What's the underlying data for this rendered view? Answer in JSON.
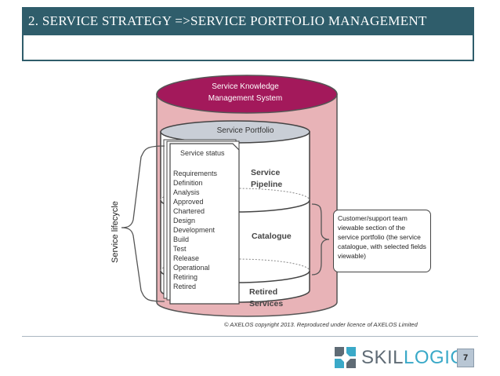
{
  "slide": {
    "title": "2. SERVICE STRATEGY =>SERVICE PORTFOLIO MANAGEMENT",
    "page_number": "7"
  },
  "diagram": {
    "skms_label": "Service Knowledge Management System",
    "portfolio_label": "Service Portfolio",
    "status_heading": "Service status",
    "status_items": [
      "Requirements",
      "Definition",
      "Analysis",
      "Approved",
      "Chartered",
      "Design",
      "Development",
      "Build",
      "Test",
      "Release",
      "Operational",
      "Retiring",
      "Retired"
    ],
    "pipeline_label": "Service Pipeline",
    "catalogue_label": "Catalogue",
    "retired_label": "Retired Services",
    "lifecycle_label": "Service lifecycle",
    "callout_text": "Customer/support team viewable section of the service portfolio (the service catalogue, with selected fields viewable)",
    "copyright": "© AXELOS copyright 2013. Reproduced under licence of AXELOS Limited"
  },
  "colors": {
    "title_bar": "#2f5d6b",
    "skms_body": "#e8b3b7",
    "skms_top": "#a3195b",
    "portfolio_top": "#c9ced6",
    "logo_accent": "#3aa9c8"
  },
  "logo": {
    "text_part1": "SKIL",
    "text_part2": "LOGIC"
  }
}
